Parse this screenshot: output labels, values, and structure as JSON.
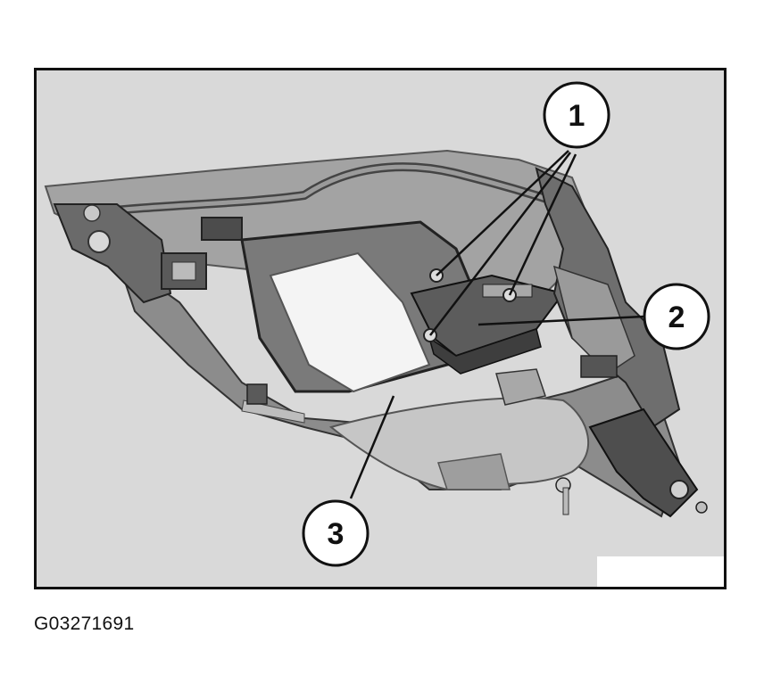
{
  "figure": {
    "code": "G03271691",
    "callouts": [
      {
        "number": "1"
      },
      {
        "number": "2"
      },
      {
        "number": "3"
      }
    ]
  },
  "colors": {
    "frame_border": "#111111",
    "background": "#d9d9d9",
    "part_dark": "#5e5e5e",
    "part_mid": "#8c8c8c",
    "part_light": "#bdbdbd",
    "white_panel": "#f4f4f4"
  }
}
